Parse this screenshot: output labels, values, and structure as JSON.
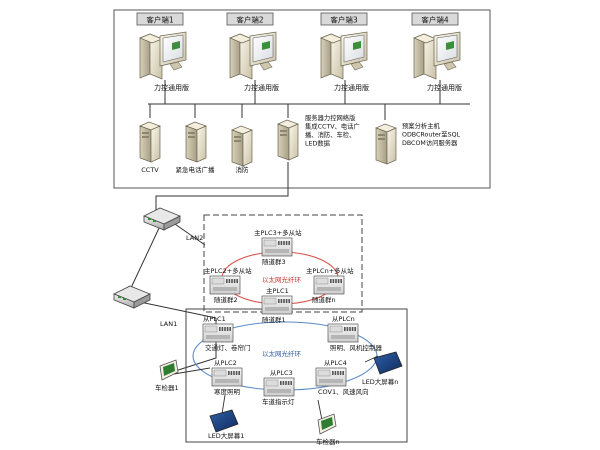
{
  "clients": [
    {
      "tab": "客户端1",
      "label": "力控通用版"
    },
    {
      "tab": "客户端2",
      "label": "力控通用版"
    },
    {
      "tab": "客户端3",
      "label": "力控通用版"
    },
    {
      "tab": "客户端4",
      "label": "力控通用版"
    }
  ],
  "servers": [
    {
      "label": "CCTV"
    },
    {
      "label": "紧急电话广播"
    },
    {
      "label": "消防"
    }
  ],
  "main_server_desc": [
    "服务器力控网络版",
    "集成CCTV、电话广",
    "播、消防、车检、",
    "LED数据"
  ],
  "analysis_host_desc": [
    "预案分析主机",
    "ODBCRouter至SQL",
    "DBCOM访问服务器"
  ],
  "switches": {
    "lan_top": "LAN2",
    "lan_bottom": "LAN1"
  },
  "upper_ring": {
    "label": "以太网光纤环",
    "nodes": [
      {
        "title": "主PLC3+多从站",
        "caption": "随道群3"
      },
      {
        "title": "主PLC2+多从站",
        "caption": "随道群2"
      },
      {
        "title": "主PLCn+多从站",
        "caption": "随道群n"
      },
      {
        "title": "主PLC1",
        "caption": "随道群1"
      }
    ]
  },
  "lower_ring": {
    "label": "以太网光纤环",
    "nodes": [
      {
        "title": "从PLC1",
        "caption": "交通灯、卷帘门"
      },
      {
        "title": "从PLCn",
        "caption": "照明、风机控制器"
      },
      {
        "title": "从PLC2",
        "caption": "寒度照明"
      },
      {
        "title": "从PLC3",
        "caption": "车道指示灯"
      },
      {
        "title": "从PLC4",
        "caption": "COV1、风速风向"
      }
    ]
  },
  "peripherals": [
    {
      "label": "车检器1"
    },
    {
      "label": "LED大屏幕1"
    },
    {
      "label": "LED大屏幕n"
    },
    {
      "label": "车检器n"
    }
  ]
}
